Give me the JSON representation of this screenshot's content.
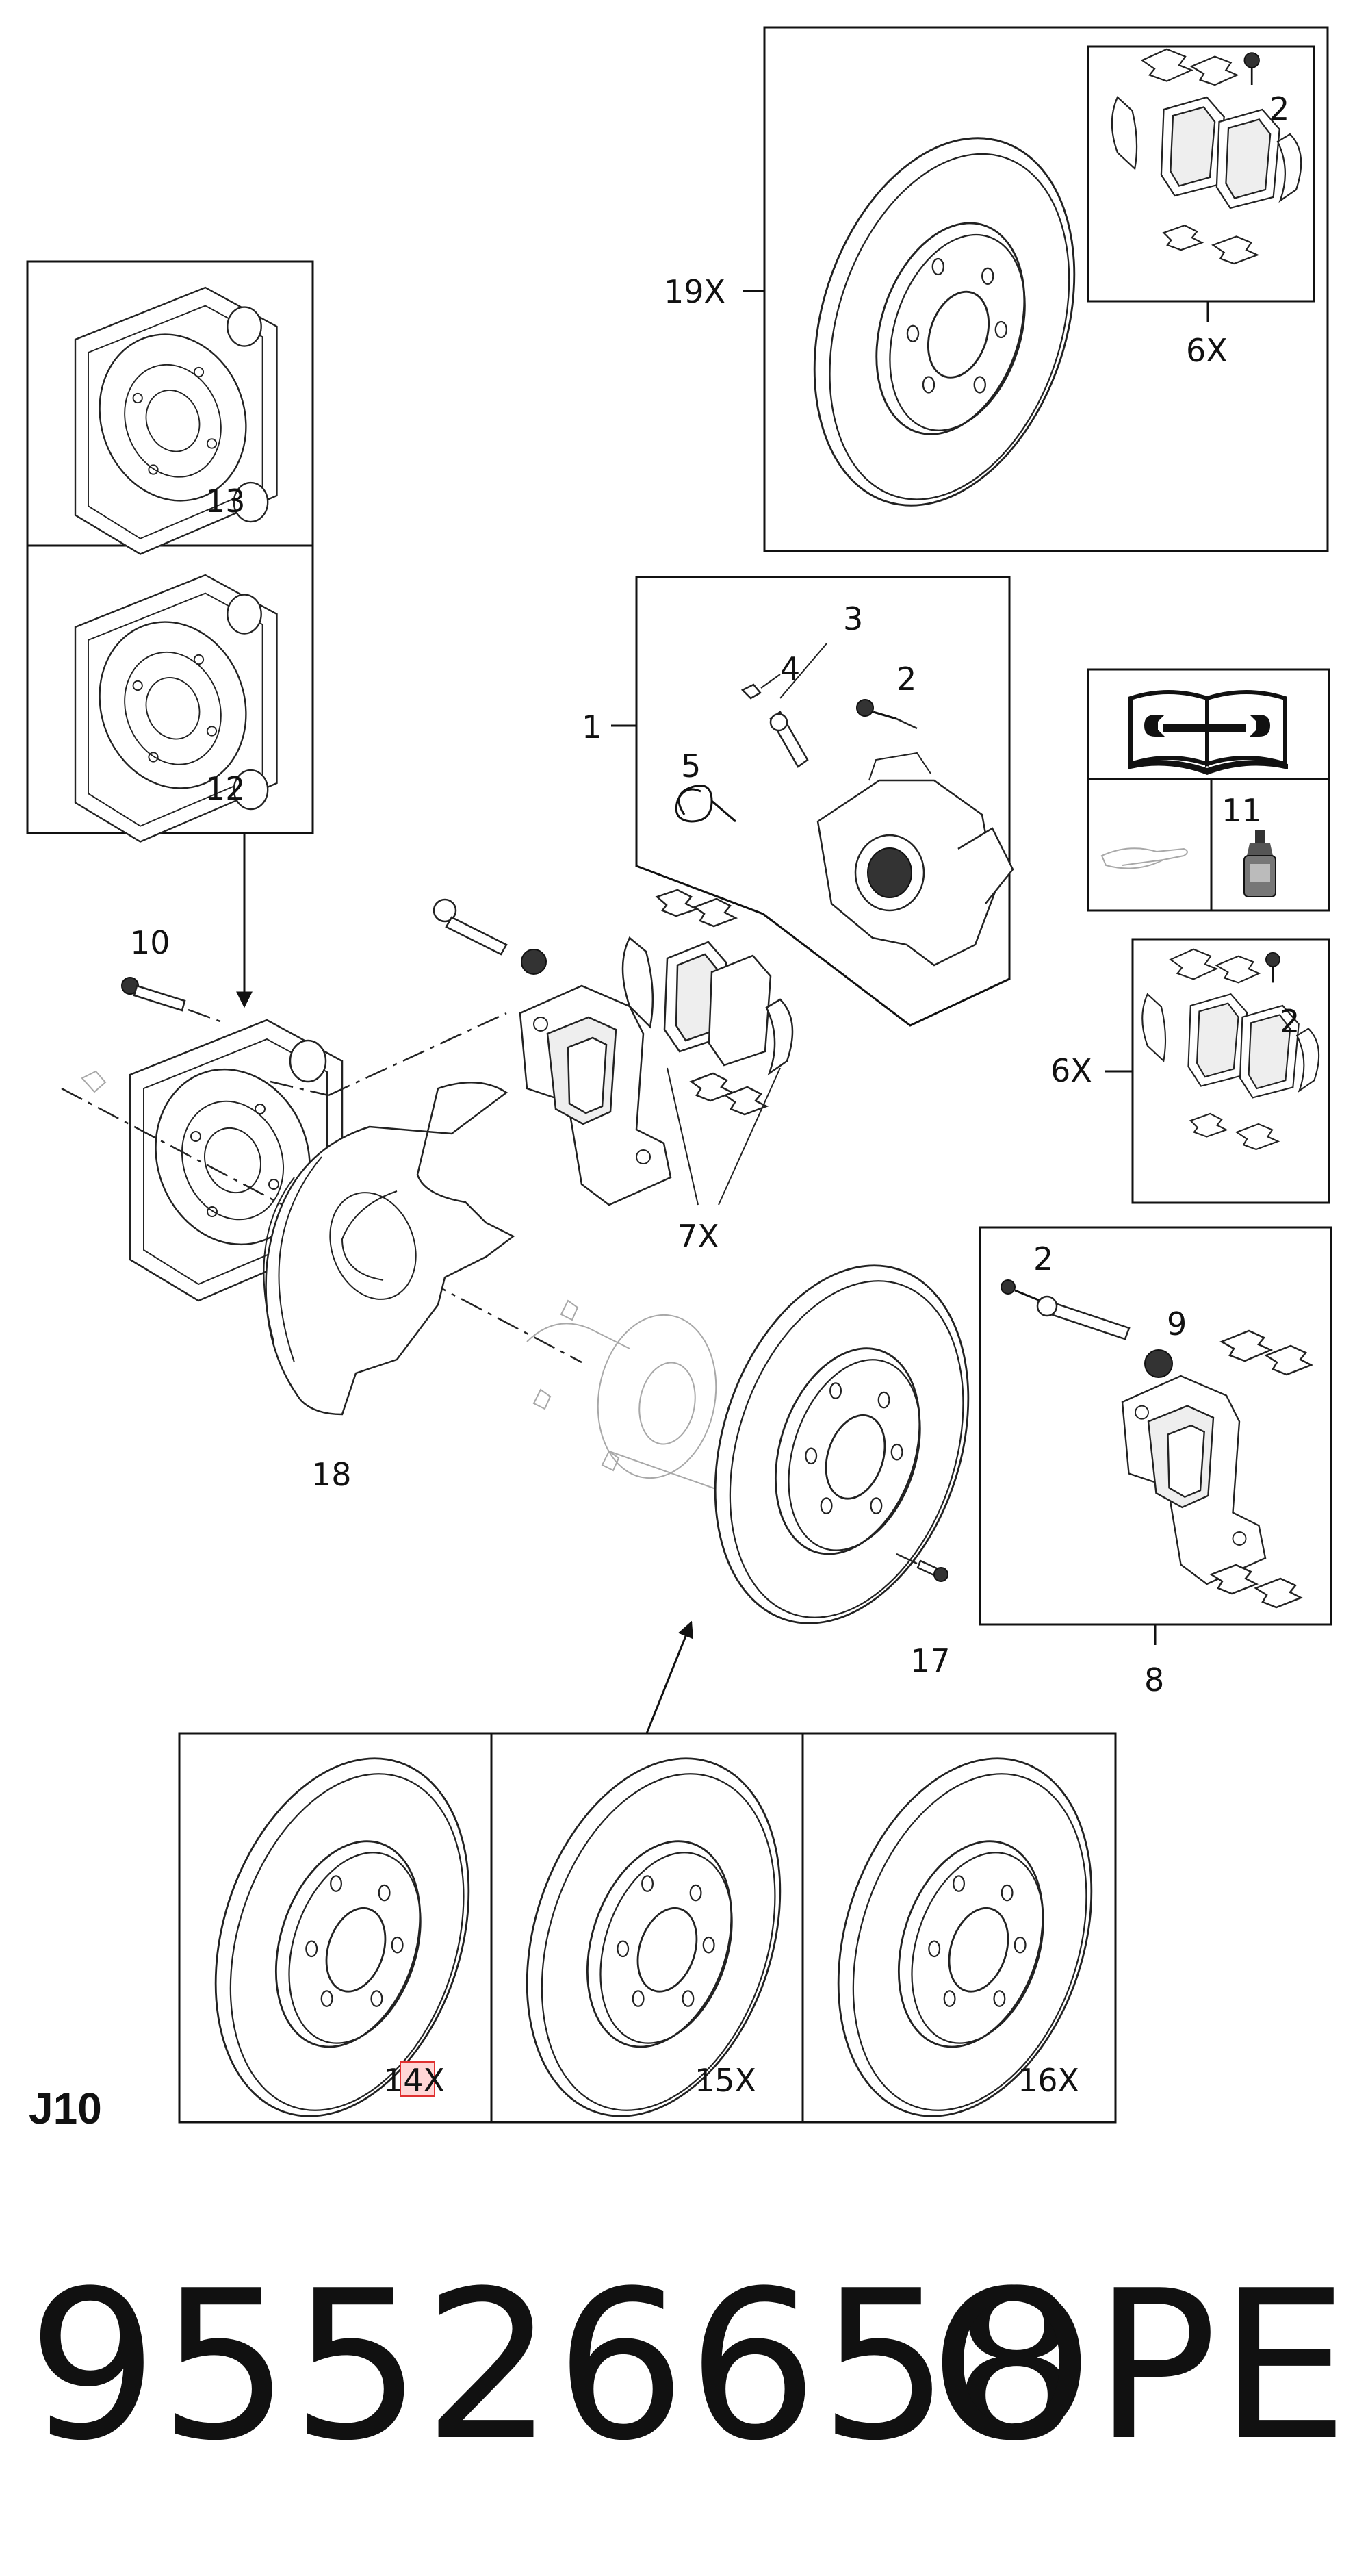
{
  "sheet": {
    "code": "J10"
  },
  "footer": {
    "part_number": "95526658",
    "brand": "OPEL"
  },
  "callouts": {
    "c1": "1",
    "c2a": "2",
    "c2b": "2",
    "c2c": "2",
    "c2d": "2",
    "c3": "3",
    "c4": "4",
    "c5": "5",
    "c6a": "6X",
    "c6b": "6X",
    "c7": "7X",
    "c8": "8",
    "c9": "9",
    "c10": "10",
    "c11": "11",
    "c12": "12",
    "c13": "13",
    "c14": "14X",
    "c15": "15X",
    "c16": "16X",
    "c17": "17",
    "c18": "18",
    "c19": "19X"
  }
}
